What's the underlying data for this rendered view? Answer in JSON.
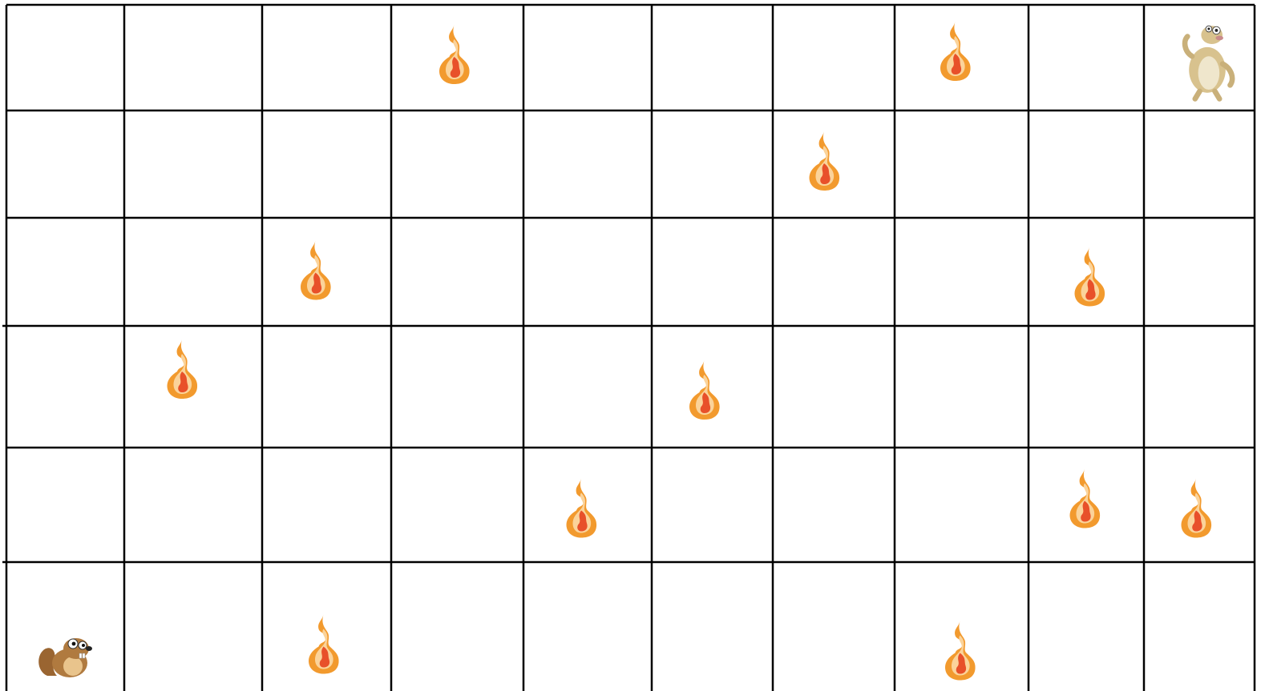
{
  "game": {
    "type": "grid-path-puzzle",
    "grid": {
      "rows": 6,
      "cols": 10
    },
    "colors": {
      "background": "#ffffff",
      "grid_line": "#000000",
      "flame_outer": "#f29a2e",
      "flame_mid": "#fbd39a",
      "flame_core": "#e8502a",
      "sloth_fur": "#d8c28e",
      "sloth_belly": "#efe6cc",
      "squirrel_fur": "#b07a3f",
      "squirrel_light": "#e9c48c"
    },
    "characters": [
      {
        "name": "sloth-character",
        "icon": "sloth-icon",
        "row": 0,
        "col": 9
      },
      {
        "name": "squirrel-character",
        "icon": "squirrel-icon",
        "row": 5,
        "col": 0
      }
    ],
    "fires": [
      {
        "row": 0,
        "col": 3
      },
      {
        "row": 0,
        "col": 7
      },
      {
        "row": 1,
        "col": 6
      },
      {
        "row": 2,
        "col": 2
      },
      {
        "row": 2,
        "col": 8
      },
      {
        "row": 3,
        "col": 1
      },
      {
        "row": 3,
        "col": 5
      },
      {
        "row": 4,
        "col": 4
      },
      {
        "row": 4,
        "col": 8
      },
      {
        "row": 4,
        "col": 9
      },
      {
        "row": 5,
        "col": 2
      },
      {
        "row": 5,
        "col": 7
      }
    ],
    "fire_icon": "fire-icon"
  }
}
